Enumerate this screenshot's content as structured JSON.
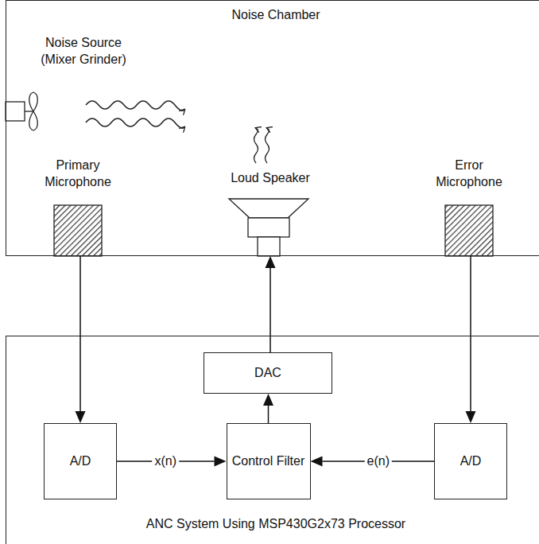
{
  "diagram": {
    "nodes": [
      {
        "text": [
          "Noise Chamber"
        ]
      },
      {
        "text": [
          "Noise Source (Mixer Grinder)"
        ],
        "in": 0
      },
      {
        "text": [
          "Primary Microphone"
        ],
        "in": 0
      },
      {
        "text": [
          "Loud Speaker"
        ],
        "in": 0
      },
      {
        "text": [
          "Error Microphone"
        ],
        "in": 0
      },
      {
        "text": [
          "ANC System Using MSP430G2x73 Processor"
        ]
      },
      {
        "text": [
          "A/D"
        ],
        "in": 5
      },
      {
        "text": [
          "DAC"
        ],
        "in": 5
      },
      {
        "text": [
          "Control Filter"
        ],
        "in": 5
      },
      {
        "text": [
          "A/D"
        ],
        "in": 5
      }
    ],
    "edges": [
      {
        "from": 2,
        "to": 6,
        "arrow": "to"
      },
      {
        "from": 6,
        "to": 8,
        "label": "x(n)",
        "arrow": "to"
      },
      {
        "from": 8,
        "to": 7,
        "arrow": "to"
      },
      {
        "from": 7,
        "to": 3,
        "arrow": "to"
      },
      {
        "from": 4,
        "to": 9,
        "arrow": "to"
      },
      {
        "from": 9,
        "to": 8,
        "label": "e(n)",
        "arrow": "to"
      }
    ]
  }
}
